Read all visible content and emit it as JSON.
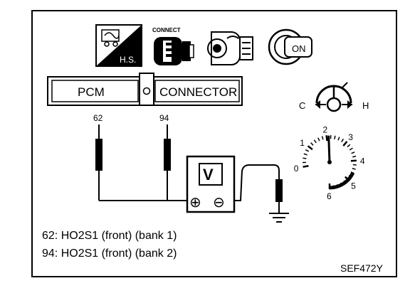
{
  "icons": {
    "hot_start_label": "H.S.",
    "connect_label": "CONNECT",
    "ignition_label": "ON"
  },
  "pcm_connector": {
    "left_label": "PCM",
    "right_label": "CONNECTOR",
    "pins": [
      "62",
      "94"
    ]
  },
  "temperature_gauge": {
    "cold_label": "C",
    "hot_label": "H"
  },
  "tachometer": {
    "scale": [
      "0",
      "1",
      "2",
      "3",
      "4",
      "5",
      "6"
    ],
    "needle_value": 2.1
  },
  "voltmeter": {
    "display_label": "V",
    "positive_symbol": "⊕",
    "negative_symbol": "⊖"
  },
  "legend": [
    "62: HO2S1 (front) (bank 1)",
    "94: HO2S1 (front) (bank 2)"
  ],
  "figure_code": "SEF472Y"
}
